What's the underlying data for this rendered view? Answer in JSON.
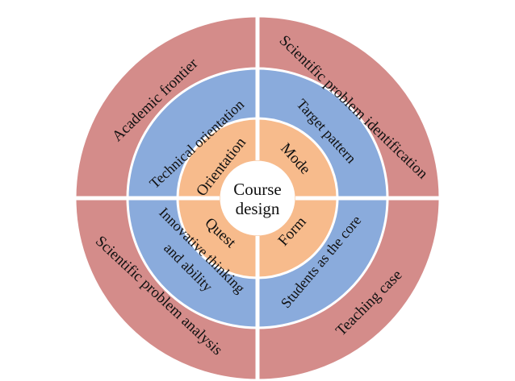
{
  "center": {
    "line1": "Course",
    "line2": "design"
  },
  "colors": {
    "outer_ring": "#d48c8a",
    "middle_ring": "#8aabdc",
    "inner_ring": "#f7bb8c",
    "center": "#ffffff",
    "divider": "#ffffff"
  },
  "inner_ring": {
    "top_left": "Orientation",
    "top_right": "Mode",
    "bottom_left": "Quest",
    "bottom_right": "Form"
  },
  "middle_ring": {
    "top_left": "Technical orientation",
    "top_right": "Target pattern",
    "bottom_left_line1": "Innovative thinking",
    "bottom_left_line2": "and ability",
    "bottom_right": "Students as the core"
  },
  "outer_ring": {
    "top_left": "Academic frontier",
    "top_right": "Scientific problem identification",
    "bottom_left": "Scientific problem analysis",
    "bottom_right": "Teaching case"
  }
}
